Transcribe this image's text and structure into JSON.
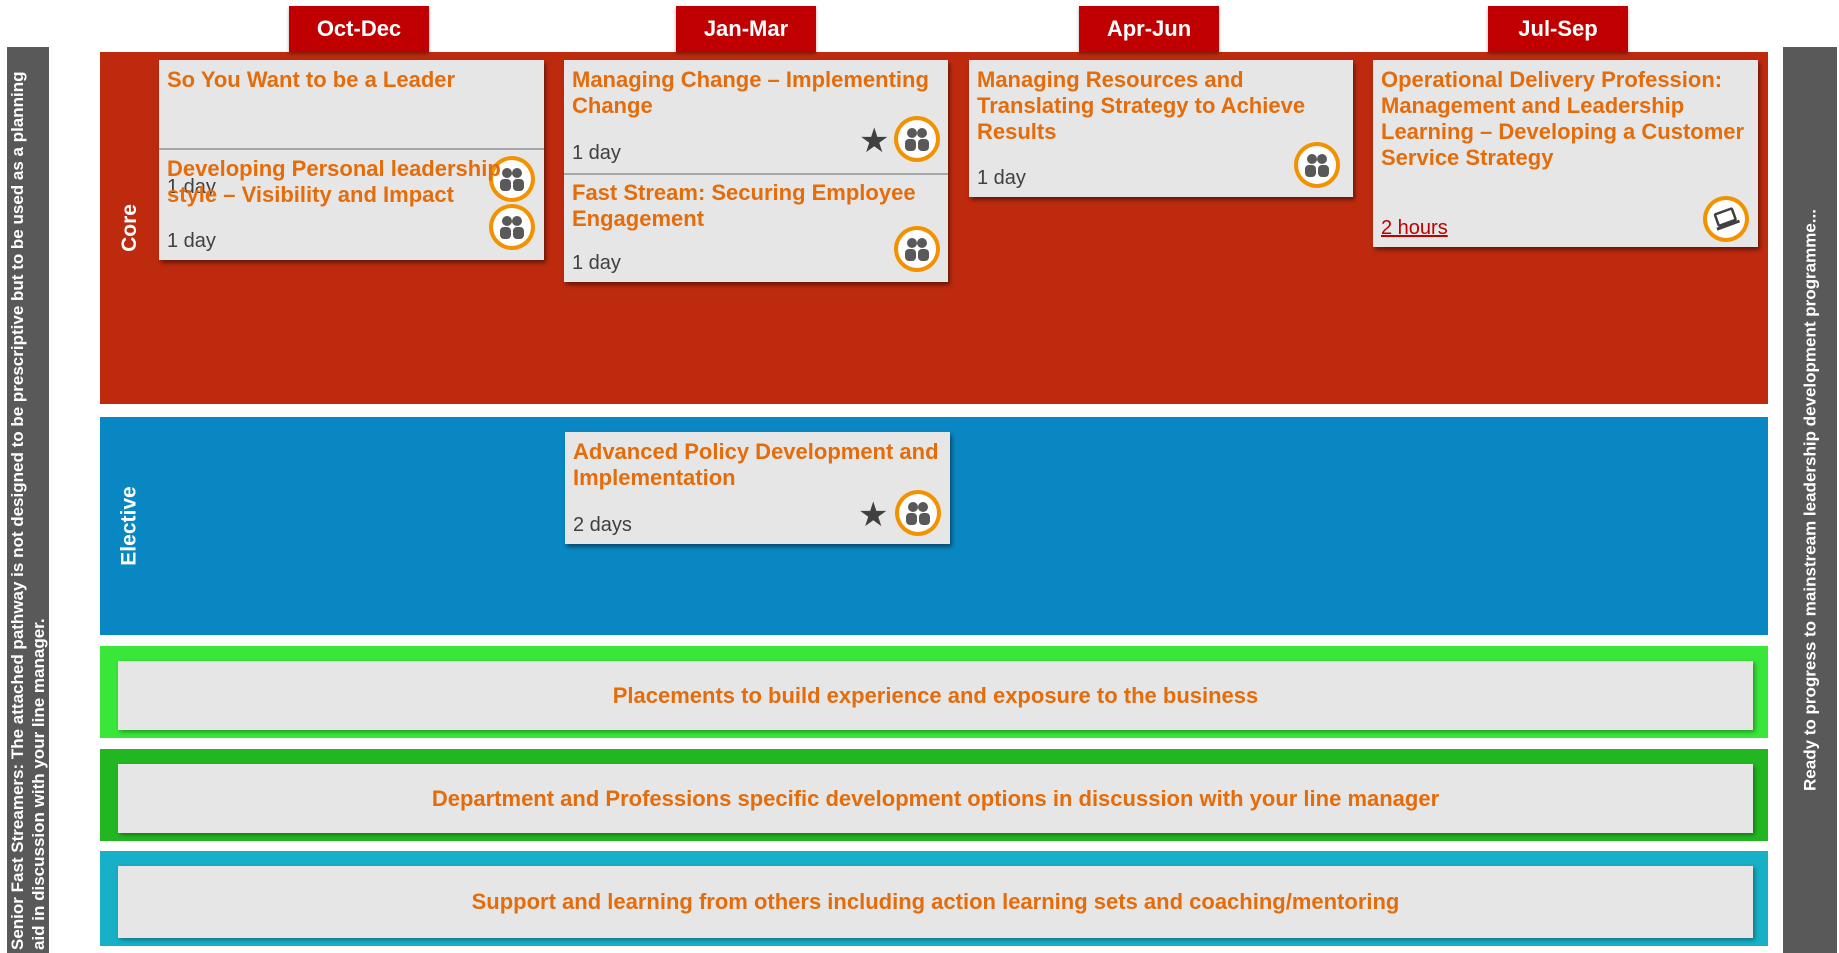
{
  "left_note": "Senior Fast Streamers: The attached pathway is not designed to be prescriptive but to be used as a planning aid in discussion with your line manager.",
  "right_note": "Ready to progress to mainstream leadership development programme...",
  "quarters": [
    "Oct-Dec",
    "Jan-Mar",
    "Apr-Jun",
    "Jul-Sep"
  ],
  "bands": {
    "core": "Core",
    "elective": "Elective"
  },
  "courses": {
    "c1": {
      "title": "So You Want to be a Leader",
      "duration": "1 day",
      "icon": "people-icon"
    },
    "c2": {
      "title": "Developing Personal leadership style – Visibility and Impact",
      "duration": "1 day",
      "icon": "people-icon"
    },
    "c3": {
      "title": "Managing Change – Implementing Change",
      "duration": "1 day",
      "icon": "people-icon",
      "starred": true
    },
    "c4": {
      "title": "Fast Stream: Securing Employee Engagement",
      "duration": "1 day",
      "icon": "people-icon"
    },
    "c5": {
      "title": "Managing Resources and Translating Strategy to Achieve Results",
      "duration": "1 day",
      "icon": "people-icon"
    },
    "c6": {
      "title": "Operational Delivery Profession: Management and Leadership Learning – Developing a Customer Service Strategy",
      "duration": "2 hours",
      "icon": "laptop-icon"
    },
    "e1": {
      "title": "Advanced Policy Development and Implementation",
      "duration": "2 days",
      "icon": "people-icon",
      "starred": true
    }
  },
  "strips": [
    "Placements to build experience and exposure to the business",
    "Department and Professions specific development options in discussion with your line manager",
    "Support  and learning from others including action learning sets and coaching/mentoring"
  ],
  "colors": {
    "core": "#be2a0e",
    "elective": "#0987c2",
    "quarter_tab": "#c00000",
    "title_text": "#e46c0a",
    "badge": "#f39200",
    "strip1": "#39e639",
    "strip2": "#22b722",
    "strip3": "#17b0c6"
  }
}
